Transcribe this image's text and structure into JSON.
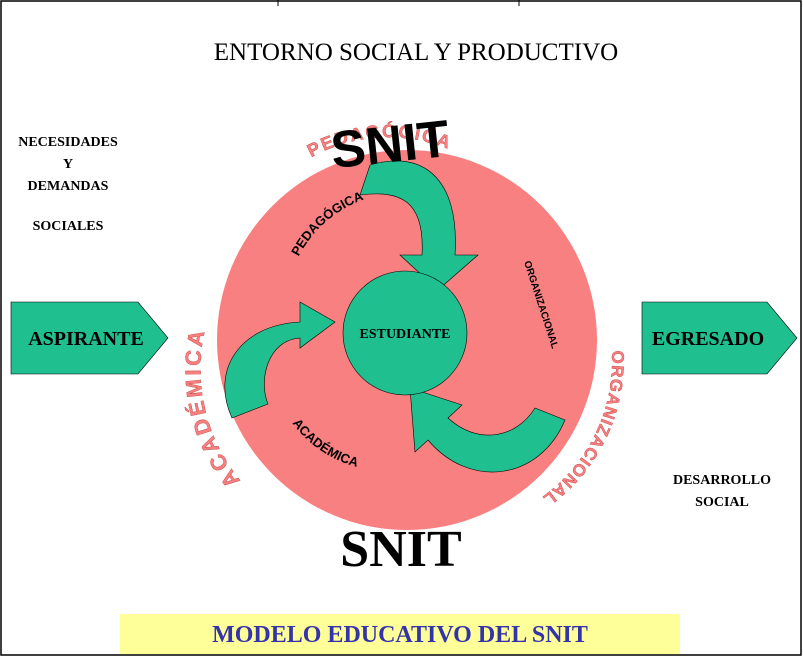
{
  "title": "ENTORNO SOCIAL Y PRODUCTIVO",
  "left_notes": {
    "line1": "NECESIDADES",
    "line2": "Y",
    "line3": "DEMANDAS",
    "line4": "SOCIALES"
  },
  "right_notes": {
    "line1": "DESARROLLO",
    "line2": "SOCIAL"
  },
  "input_label": "ASPIRANTE",
  "output_label": "EGRESADO",
  "center_label": "ESTUDIANTE",
  "snit_top": "SNIT",
  "snit_bottom": "SNIT",
  "top_arc_text": "PEDAGÓGICA",
  "left_arc_text": "ACADÉMICA",
  "right_arc_text": "ORGANIZACIONAL",
  "inner": {
    "pedagogica": "PEDAGÓGICA",
    "organizacional": "ORGANIZACIONAL",
    "academica": "ACADÉMICA"
  },
  "footer": "MODELO EDUCATIVO DEL SNIT",
  "colors": {
    "circle": "#f98080",
    "teal": "#1fbf8f",
    "footer_bg": "#ffff99",
    "footer_text": "#3333aa",
    "arc_text": "#f98080"
  }
}
